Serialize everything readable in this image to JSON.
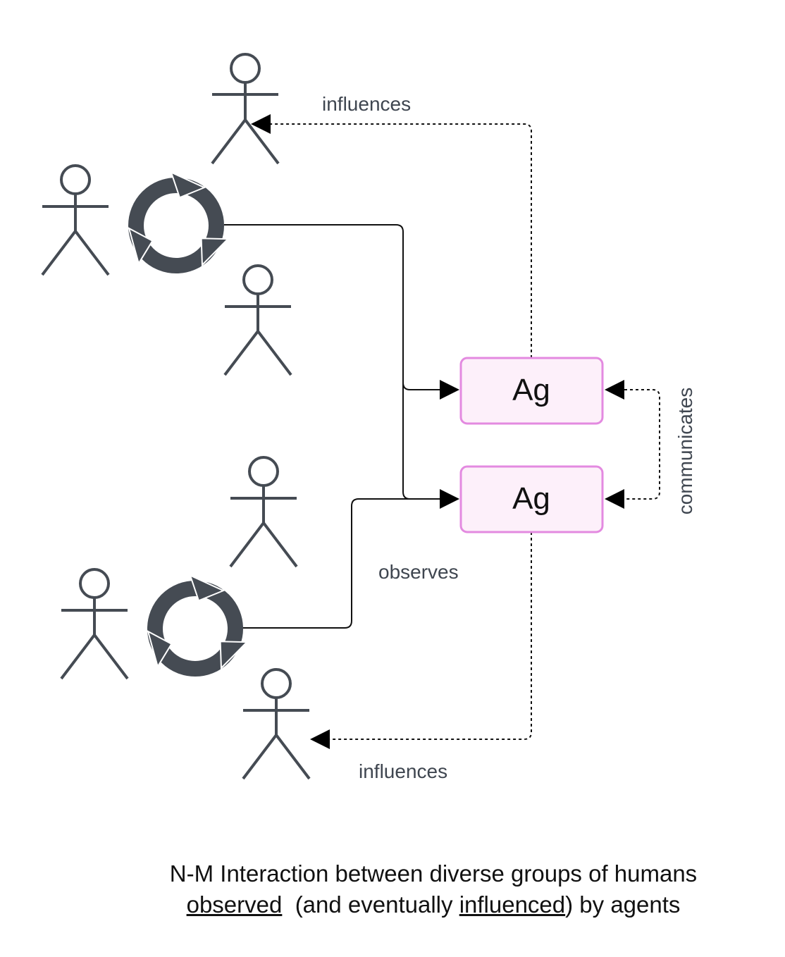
{
  "agents": [
    {
      "label": "Ag"
    },
    {
      "label": "Ag"
    }
  ],
  "edges": {
    "influences_top": "influences",
    "influences_bottom": "influences",
    "observes": "observes",
    "communicates": "communicates"
  },
  "caption": {
    "line1": "N-M Interaction between diverse groups of humans",
    "observed": "observed",
    "mid1": "  (and eventually ",
    "influenced": "influenced",
    "end": ") by agents"
  },
  "colors": {
    "actor": "#454b53",
    "agent_fill": "#fdf0fa",
    "agent_border": "#e38ae0",
    "edge": "#111111"
  }
}
